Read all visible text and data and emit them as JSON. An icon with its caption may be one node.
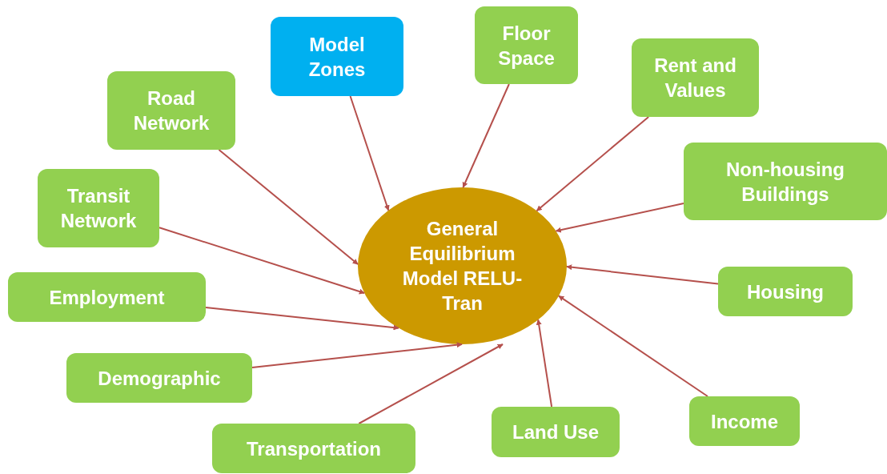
{
  "diagram": {
    "nodes": [
      {
        "text": [
          "Model Zones"
        ]
      },
      {
        "text": [
          "Floor Space"
        ]
      },
      {
        "text": [
          "Road Network"
        ]
      },
      {
        "text": [
          "Rent and Values"
        ]
      },
      {
        "text": [
          "Non-housing Buildings"
        ]
      },
      {
        "text": [
          "Transit Network"
        ]
      },
      {
        "text": [
          "Employment"
        ]
      },
      {
        "text": [
          "Housing"
        ]
      },
      {
        "text": [
          "Demographic"
        ]
      },
      {
        "text": [
          "Income"
        ]
      },
      {
        "text": [
          "Land Use"
        ]
      },
      {
        "text": [
          "Transportation"
        ]
      },
      {
        "text": [
          "General Equilibrium Model RELU-Tran"
        ]
      }
    ],
    "edges": [
      {
        "from": 0,
        "to": 12,
        "arrow": "to"
      },
      {
        "from": 1,
        "to": 12,
        "arrow": "to"
      },
      {
        "from": 2,
        "to": 12,
        "arrow": "to"
      },
      {
        "from": 3,
        "to": 12,
        "arrow": "to"
      },
      {
        "from": 4,
        "to": 12,
        "arrow": "to"
      },
      {
        "from": 5,
        "to": 12,
        "arrow": "to"
      },
      {
        "from": 6,
        "to": 12,
        "arrow": "to"
      },
      {
        "from": 7,
        "to": 12,
        "arrow": "to"
      },
      {
        "from": 8,
        "to": 12,
        "arrow": "to"
      },
      {
        "from": 9,
        "to": 12,
        "arrow": "to"
      },
      {
        "from": 10,
        "to": 12,
        "arrow": "to"
      },
      {
        "from": 11,
        "to": 12,
        "arrow": "to"
      }
    ]
  }
}
